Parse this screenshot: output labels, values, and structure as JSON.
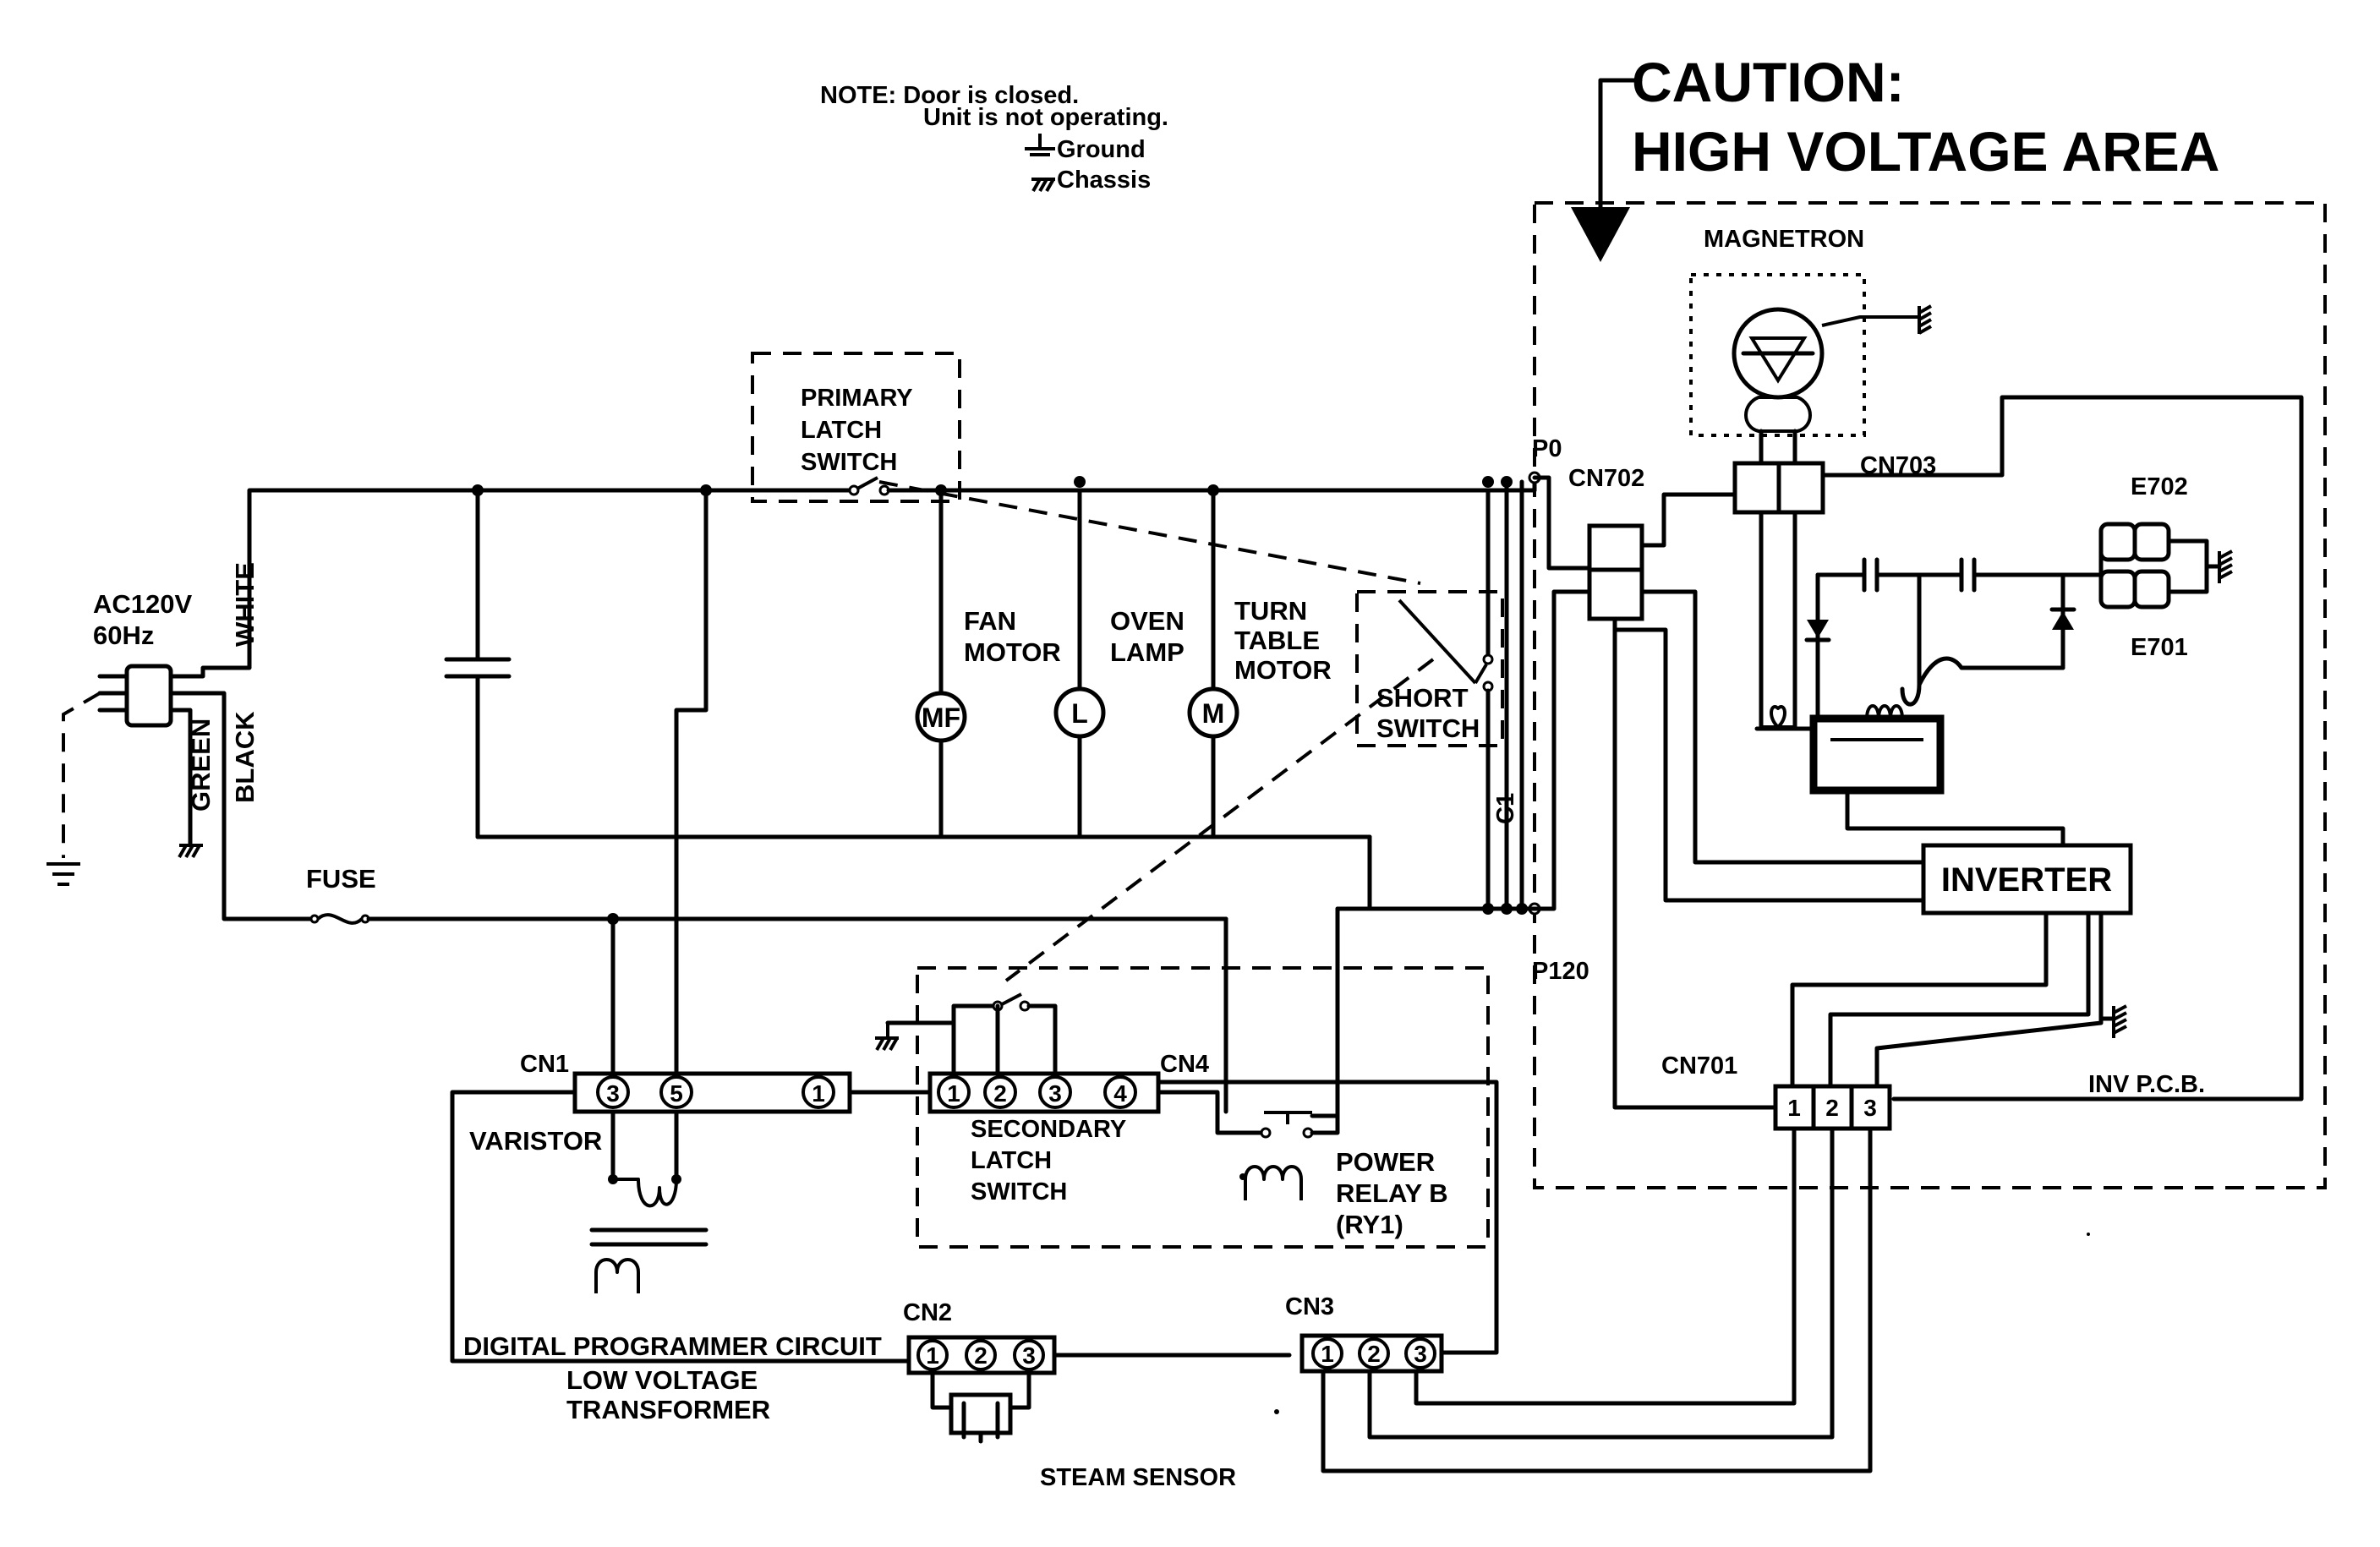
{
  "note": {
    "line1": "NOTE: Door is closed.",
    "line2": "Unit is not operating.",
    "ground": "Ground",
    "chassis": "Chassis"
  },
  "caution": {
    "line1": "CAUTION:",
    "line2": "HIGH VOLTAGE AREA"
  },
  "power_input": {
    "voltage": "AC120V",
    "frequency": "60Hz",
    "wire_white": "WHITE",
    "wire_black": "BLACK",
    "wire_green": "GREEN",
    "fuse": "FUSE"
  },
  "primary_latch_switch": [
    "PRIMARY",
    "LATCH",
    "SWITCH"
  ],
  "loads": {
    "fan_motor": {
      "label": [
        "FAN",
        "MOTOR"
      ],
      "symbol": "MF"
    },
    "oven_lamp": {
      "label": [
        "OVEN",
        "LAMP"
      ],
      "symbol": "L"
    },
    "turntable_motor": {
      "label": [
        "TURN",
        "TABLE",
        "MOTOR"
      ],
      "symbol": "M"
    }
  },
  "short_switch": [
    "SHORT",
    "SWITCH"
  ],
  "capacitor_c1": "C1",
  "terminals": {
    "p0": "P0",
    "p120": "P120",
    "cn702": "CN702",
    "cn703": "CN703",
    "cn701": "CN701",
    "cn1": "CN1",
    "cn2": "CN2",
    "cn3": "CN3",
    "cn4": "CN4",
    "e702": "E702",
    "e701": "E701"
  },
  "magnetron": "MAGNETRON",
  "inverter": "INVERTER",
  "inv_pcb": "INV P.C.B.",
  "cn701_pins": [
    "1",
    "2",
    "3"
  ],
  "cn1_pins": [
    "3",
    "5",
    "1"
  ],
  "cn4_pins": [
    "1",
    "2",
    "3",
    "4"
  ],
  "cn2_pins": [
    "1",
    "2",
    "3"
  ],
  "cn3_pins": [
    "1",
    "2",
    "3"
  ],
  "varistor": "VARISTOR",
  "secondary_latch_switch": [
    "SECONDARY",
    "LATCH",
    "SWITCH"
  ],
  "power_relay": [
    "POWER",
    "RELAY B",
    "(RY1)"
  ],
  "digital_programmer": {
    "line1": "DIGITAL PROGRAMMER CIRCUIT",
    "line2": "LOW VOLTAGE",
    "line3": "TRANSFORMER"
  },
  "steam_sensor": "STEAM SENSOR"
}
